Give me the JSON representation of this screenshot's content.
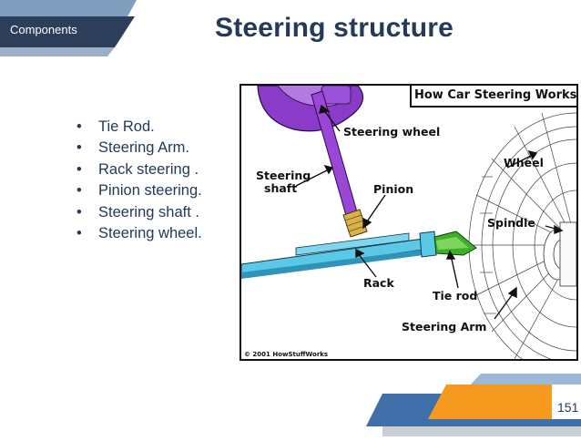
{
  "slide": {
    "section_tag": "Components",
    "title": "Steering structure",
    "page_number": "151"
  },
  "bullets": [
    "Tie Rod.",
    "Steering Arm.",
    "Rack steering .",
    "Pinion steering.",
    "Steering shaft .",
    "Steering wheel."
  ],
  "figure": {
    "title": "How Car Steering Works",
    "labels": {
      "steering_wheel": "Steering wheel",
      "steering_shaft_1": "Steering",
      "steering_shaft_2": "shaft",
      "pinion": "Pinion",
      "wheel": "Wheel",
      "spindle": "Spindle",
      "rack": "Rack",
      "tie_rod": "Tie rod",
      "steering_arm": "Steering Arm"
    },
    "copyright": "© 2001 HowStuffWorks"
  },
  "colors": {
    "title": "#233a58",
    "tag_dark": "#2c3e5a",
    "tag_light": "#6e8fb0",
    "footer_blue": "#3f6ea8",
    "footer_orange": "#f59a1e",
    "wheel_purple": "#8a3cc8",
    "rack_cyan": "#5ac8e6",
    "tie_rod_green": "#3fae2a"
  }
}
